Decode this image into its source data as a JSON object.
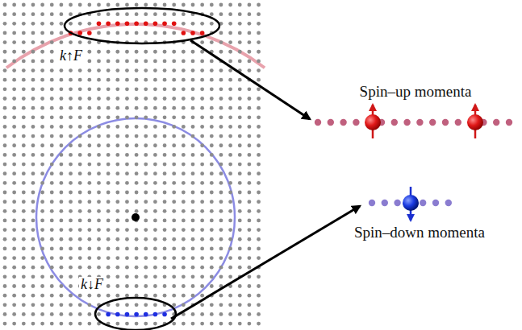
{
  "diagram": {
    "labels": [
      "k↑F",
      "k↓F",
      "Spin–up momenta",
      "Spin–down momenta"
    ]
  }
}
